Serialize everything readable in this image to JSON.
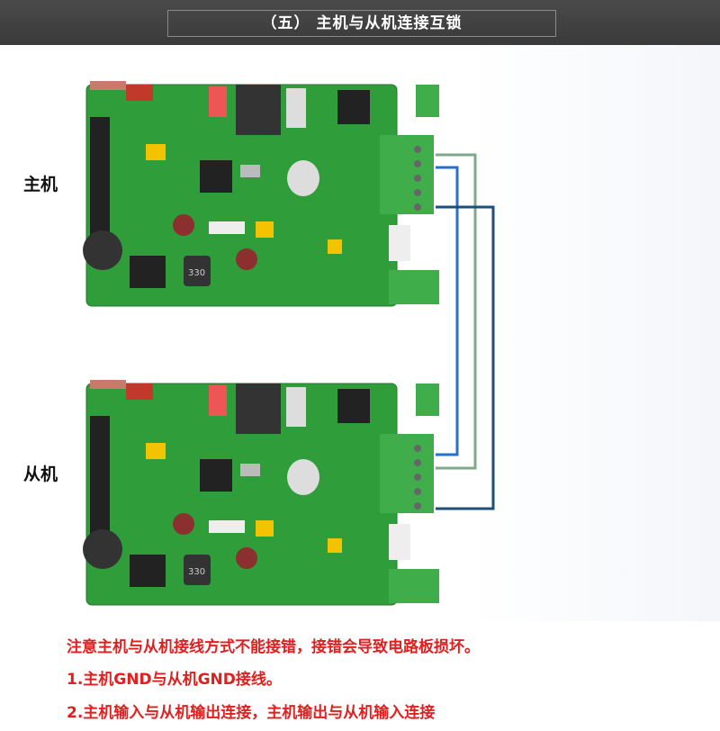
{
  "header": {
    "title": "（五）  主机与从机连接互锁"
  },
  "labels": {
    "master": "主机",
    "slave": "从机"
  },
  "notes": {
    "warning": "注意主机与从机接线方式不能接错，接错会导致电路板损坏。",
    "item1": "1.主机GND与从机GND接线。",
    "item2": "2.主机输入与从机输出连接，主机输出与从机输入连接"
  },
  "board_text": {
    "inductor": "330"
  },
  "colors": {
    "pcb": "#2f9e3a",
    "terminal": "#3fae4a",
    "wire_blue": "#2a6fc9",
    "wire_green": "#7fa98a",
    "wire_dark": "#1d4f7a",
    "warning_red": "#e11f1f"
  }
}
